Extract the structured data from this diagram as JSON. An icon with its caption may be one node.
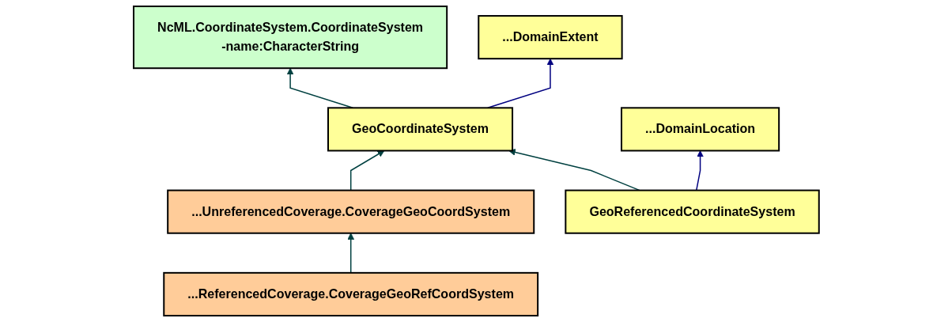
{
  "diagram": {
    "nodes": [
      {
        "text": [
          "NcML.CoordinateSystem.CoordinateSystem",
          "-name:CharacterString"
        ]
      },
      {
        "text": [
          "...DomainExtent"
        ]
      },
      {
        "text": [
          "GeoCoordinateSystem"
        ]
      },
      {
        "text": [
          "...DomainLocation"
        ]
      },
      {
        "text": [
          "GeoReferencedCoordinateSystem"
        ]
      },
      {
        "text": [
          "...UnreferencedCoverage.CoverageGeoCoordSystem"
        ]
      },
      {
        "text": [
          "...ReferencedCoverage.CoverageGeoRefCoordSystem"
        ]
      }
    ],
    "edges": [
      {
        "from": 2,
        "to": 0,
        "arrow": "to"
      },
      {
        "from": 2,
        "to": 1,
        "arrow": "to",
        "color": "#000080"
      },
      {
        "from": 4,
        "to": 2,
        "arrow": "to"
      },
      {
        "from": 4,
        "to": 3,
        "arrow": "to",
        "color": "#000080"
      },
      {
        "from": 5,
        "to": 2,
        "arrow": "to"
      },
      {
        "from": 6,
        "to": 5,
        "arrow": "to"
      }
    ]
  }
}
